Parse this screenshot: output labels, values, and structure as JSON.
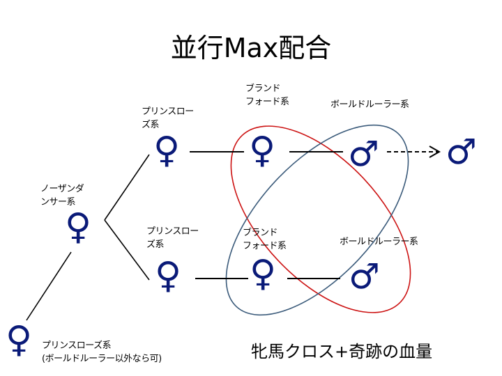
{
  "title": "並行Max配合",
  "labels": {
    "prince_rose_top": "プリンスロー\nズ系",
    "bradford_top": "ブランド\nフォード系",
    "boldruler_top": "ボールドルーラー系",
    "northern_dancer": "ノーザンダ\nンサー系",
    "prince_rose_mid": "プリンスロー\nズ系",
    "bradford_mid": "ブランド\nフォード系",
    "boldruler_mid": "ボールドルーラー系",
    "prince_rose_bottom": "プリンスローズ系\n(ボールドルーラー以外なら可)"
  },
  "caption": "牝馬クロス+奇跡の血量",
  "symbols": {
    "female": "♀",
    "male": "♂"
  },
  "colors": {
    "symbol": "#0a1a78",
    "red_ellipse": "#cc1111",
    "blue_ellipse": "#3a5a7a"
  }
}
